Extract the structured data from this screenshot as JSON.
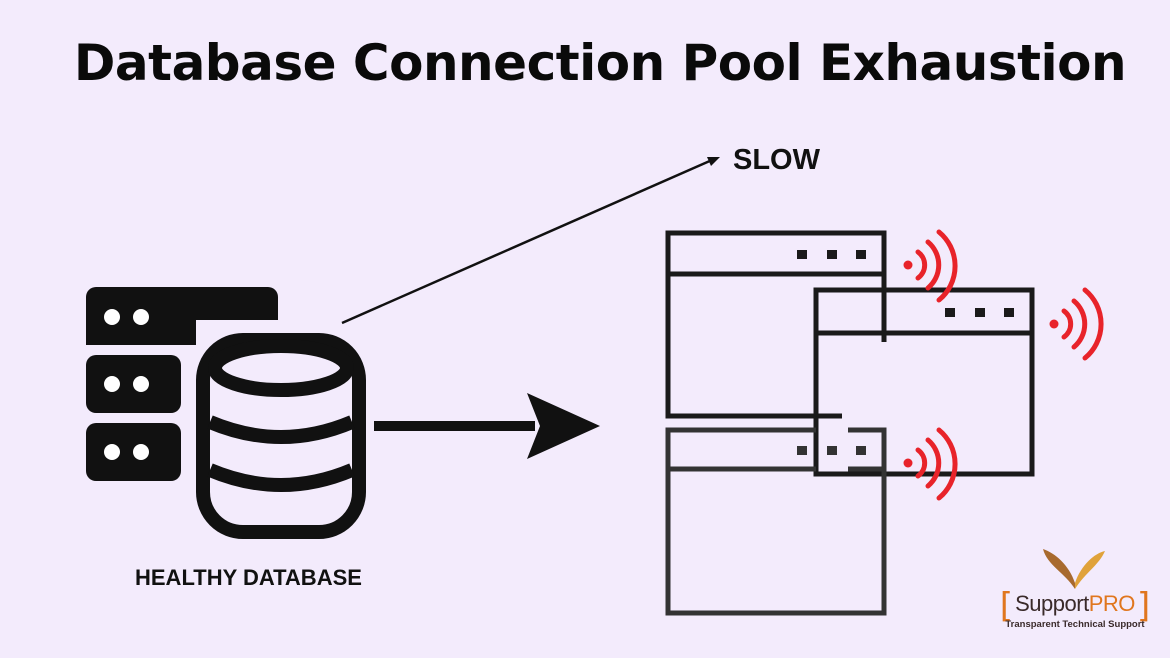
{
  "title": "Database Connection Pool Exhaustion",
  "labels": {
    "slow": "SLOW",
    "healthy_database": "HEALTHY DATABASE"
  },
  "logo": {
    "name_main": "Support",
    "name_accent": "PRO",
    "tagline": "Transparent Technical Support"
  },
  "icons": {
    "server": "server-stack-icon",
    "database": "database-cylinder-icon",
    "window": "browser-window-icon",
    "signal": "wifi-signal-icon"
  },
  "colors": {
    "background": "#f3ebfc",
    "ink": "#111111",
    "signal": "#e8232a",
    "logo_accent": "#e0761e"
  }
}
